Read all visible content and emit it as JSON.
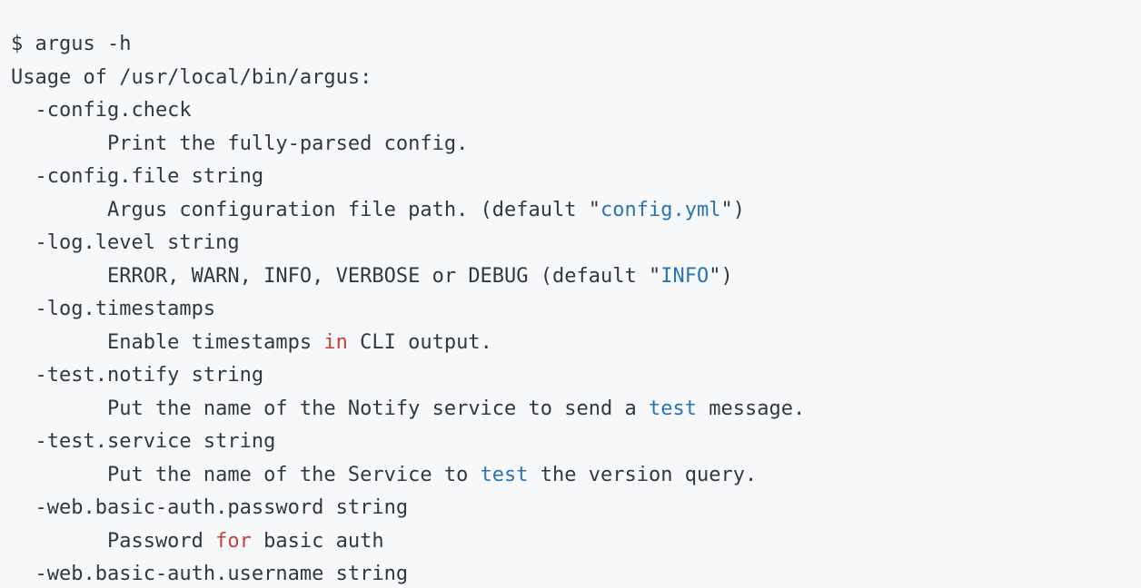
{
  "terminal": {
    "colors": {
      "background": "#f6f8fa",
      "text": "#33383e",
      "string": "#2b74b3",
      "keyword": "#c7413b"
    },
    "command": "$ argus -h",
    "lines": [
      [
        {
          "t": "$ argus -h"
        }
      ],
      [
        {
          "t": "Usage of /usr/local/bin/argus:"
        }
      ],
      [
        {
          "t": "  -config.check"
        }
      ],
      [
        {
          "t": "        Print the fully-parsed config."
        }
      ],
      [
        {
          "t": "  -config.file string"
        }
      ],
      [
        {
          "t": "        Argus configuration file path. (default \""
        },
        {
          "t": "config.yml",
          "c": "string"
        },
        {
          "t": "\")"
        }
      ],
      [
        {
          "t": "  -log.level string"
        }
      ],
      [
        {
          "t": "        ERROR, WARN, INFO, VERBOSE or DEBUG (default \""
        },
        {
          "t": "INFO",
          "c": "string"
        },
        {
          "t": "\")"
        }
      ],
      [
        {
          "t": "  -log.timestamps"
        }
      ],
      [
        {
          "t": "        Enable timestamps "
        },
        {
          "t": "in",
          "c": "keyword"
        },
        {
          "t": " CLI output."
        }
      ],
      [
        {
          "t": "  -test.notify string"
        }
      ],
      [
        {
          "t": "        Put the name of the Notify service to send a "
        },
        {
          "t": "test",
          "c": "string"
        },
        {
          "t": " message."
        }
      ],
      [
        {
          "t": "  -test.service string"
        }
      ],
      [
        {
          "t": "        Put the name of the Service to "
        },
        {
          "t": "test",
          "c": "string"
        },
        {
          "t": " the version query."
        }
      ],
      [
        {
          "t": "  -web.basic-auth.password string"
        }
      ],
      [
        {
          "t": "        Password "
        },
        {
          "t": "for",
          "c": "keyword"
        },
        {
          "t": " basic auth"
        }
      ],
      [
        {
          "t": "  -web.basic-auth.username string"
        }
      ]
    ]
  }
}
